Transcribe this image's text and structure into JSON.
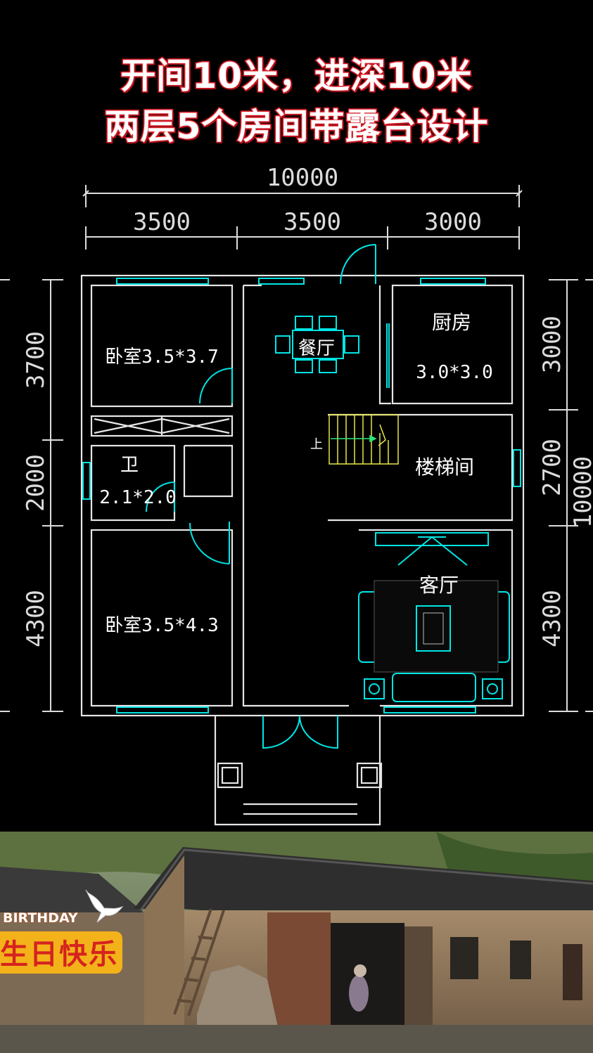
{
  "title": {
    "line1": "开间10米，进深10米",
    "line2": "两层5个房间带露台设计"
  },
  "dimensions": {
    "overall_width": "10000",
    "top_segments": [
      "3500",
      "3500",
      "3000"
    ],
    "left_segments": [
      "3700",
      "2000",
      "4300"
    ],
    "right_segments": [
      "3000",
      "2700",
      "4300"
    ],
    "overall_depth": "10000"
  },
  "rooms": {
    "bedroom1": "卧室3.5*3.7",
    "dining": "餐厅",
    "kitchen_name": "厨房",
    "kitchen_size": "3.0*3.0",
    "bath_name": "卫",
    "bath_size": "2.1*2.0",
    "stair_up": "上",
    "stair_room": "楼梯间",
    "living": "客厅",
    "bedroom2": "卧室3.5*4.3"
  },
  "overlay": {
    "birthday_en": "BIRTHDAY",
    "birthday_cn": "生日快乐"
  },
  "colors": {
    "wall": "#e6e6e6",
    "cyan": "#00e5e5",
    "stairs": "#e6e64a",
    "dim": "#dcdcdc",
    "title_stroke": "#e0202a"
  }
}
